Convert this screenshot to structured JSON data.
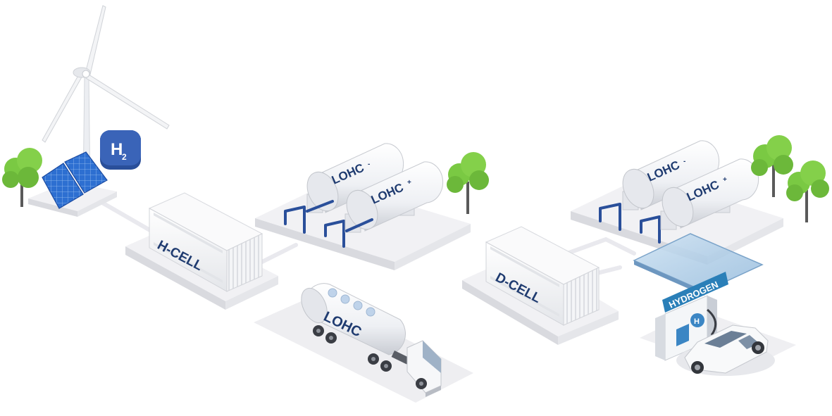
{
  "diagram": {
    "h2_badge": {
      "text": "H",
      "subscript": "2"
    },
    "h_cell": {
      "label": "H-CELL"
    },
    "d_cell": {
      "label": "D-CELL"
    },
    "tanks_left": [
      {
        "label": "LOHC",
        "superscript": "-"
      },
      {
        "label": "LOHC",
        "superscript": "+"
      }
    ],
    "tanks_right": [
      {
        "label": "LOHC",
        "superscript": "-"
      },
      {
        "label": "LOHC",
        "superscript": "+"
      }
    ],
    "truck": {
      "label": "LOHC"
    },
    "station": {
      "sign": "HYDROGEN",
      "dispenser_badge": "H"
    },
    "colors": {
      "brand_blue": "#2a4f9a",
      "label_navy": "#1f3b70",
      "tree_green": "#7ac943",
      "solar_blue": "#2d6fd1",
      "platform": "#ededf0"
    },
    "icons": [
      "wind-turbine-icon",
      "solar-panel-icon",
      "tree-icon",
      "truck-icon",
      "car-icon",
      "fuel-dispenser-icon"
    ]
  }
}
